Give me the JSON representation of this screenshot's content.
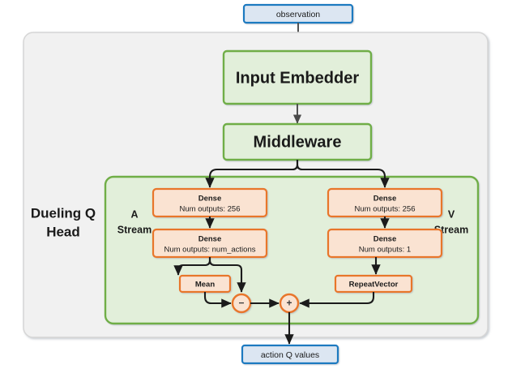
{
  "diagram": {
    "title_label": "Dueling Q Head",
    "io": {
      "input_label": "observation",
      "output_label": "action Q values"
    },
    "blocks": {
      "input_embedder": "Input Embedder",
      "middleware": "Middleware"
    },
    "streams": {
      "advantage_label": "A\nStream",
      "advantage_line1": "A",
      "advantage_line2": "Stream",
      "value_line1": "V",
      "value_line2": "Stream"
    },
    "a_stream": {
      "dense1_title": "Dense",
      "dense1_sub": "Num outputs: 256",
      "dense2_title": "Dense",
      "dense2_sub": "Num outputs: num_actions",
      "mean_label": "Mean"
    },
    "v_stream": {
      "dense1_title": "Dense",
      "dense1_sub": "Num outputs: 256",
      "dense2_title": "Dense",
      "dense2_sub": "Num outputs: 1",
      "repeat_label": "RepeatVector"
    },
    "operators": {
      "subtract": "−",
      "add": "+"
    },
    "colors": {
      "io_fill": "#dce6f2",
      "io_stroke": "#1f7ac0",
      "green_fill": "#e2efda",
      "green_stroke": "#6fae46",
      "orange_fill": "#fae3d2",
      "orange_stroke": "#e8762c",
      "outer_fill": "#f1f1f1",
      "outer_stroke": "#d3d3d3",
      "arrow": "#1b1b1b"
    }
  }
}
